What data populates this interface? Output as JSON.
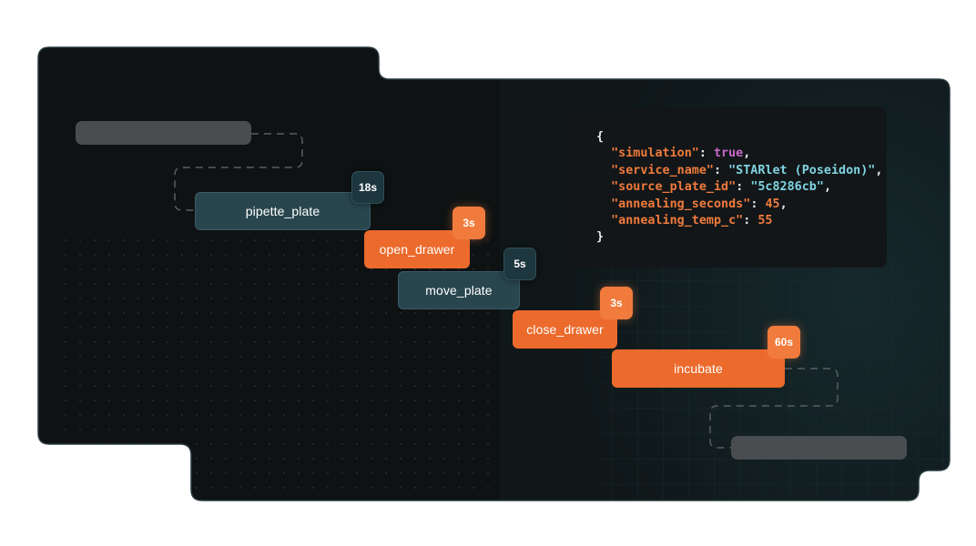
{
  "colors": {
    "teal_task": "#29464f",
    "orange_task": "#ec6a2c",
    "panel_bg": "#0d1214",
    "json_key": "#f07b3c",
    "json_string": "#7fd4e0",
    "json_bool": "#c768c9"
  },
  "tasks": [
    {
      "name": "pipette_plate",
      "duration": "18s",
      "style": "teal"
    },
    {
      "name": "open_drawer",
      "duration": "3s",
      "style": "orange"
    },
    {
      "name": "move_plate",
      "duration": "5s",
      "style": "teal"
    },
    {
      "name": "close_drawer",
      "duration": "3s",
      "style": "orange"
    },
    {
      "name": "incubate",
      "duration": "60s",
      "style": "orange"
    }
  ],
  "json_config": {
    "open_brace": "{",
    "close_brace": "}",
    "entries": [
      {
        "key": "\"simulation\"",
        "value": "true",
        "type": "bool",
        "comma": ","
      },
      {
        "key": "\"service_name\"",
        "value": "\"STARlet (Poseidon)\"",
        "type": "string",
        "comma": ","
      },
      {
        "key": "\"source_plate_id\"",
        "value": "\"5c8286cb\"",
        "type": "string",
        "comma": ","
      },
      {
        "key": "\"annealing_seconds\"",
        "value": "45",
        "type": "number",
        "comma": ","
      },
      {
        "key": "\"annealing_temp_c\"",
        "value": "55",
        "type": "number",
        "comma": ""
      }
    ]
  }
}
